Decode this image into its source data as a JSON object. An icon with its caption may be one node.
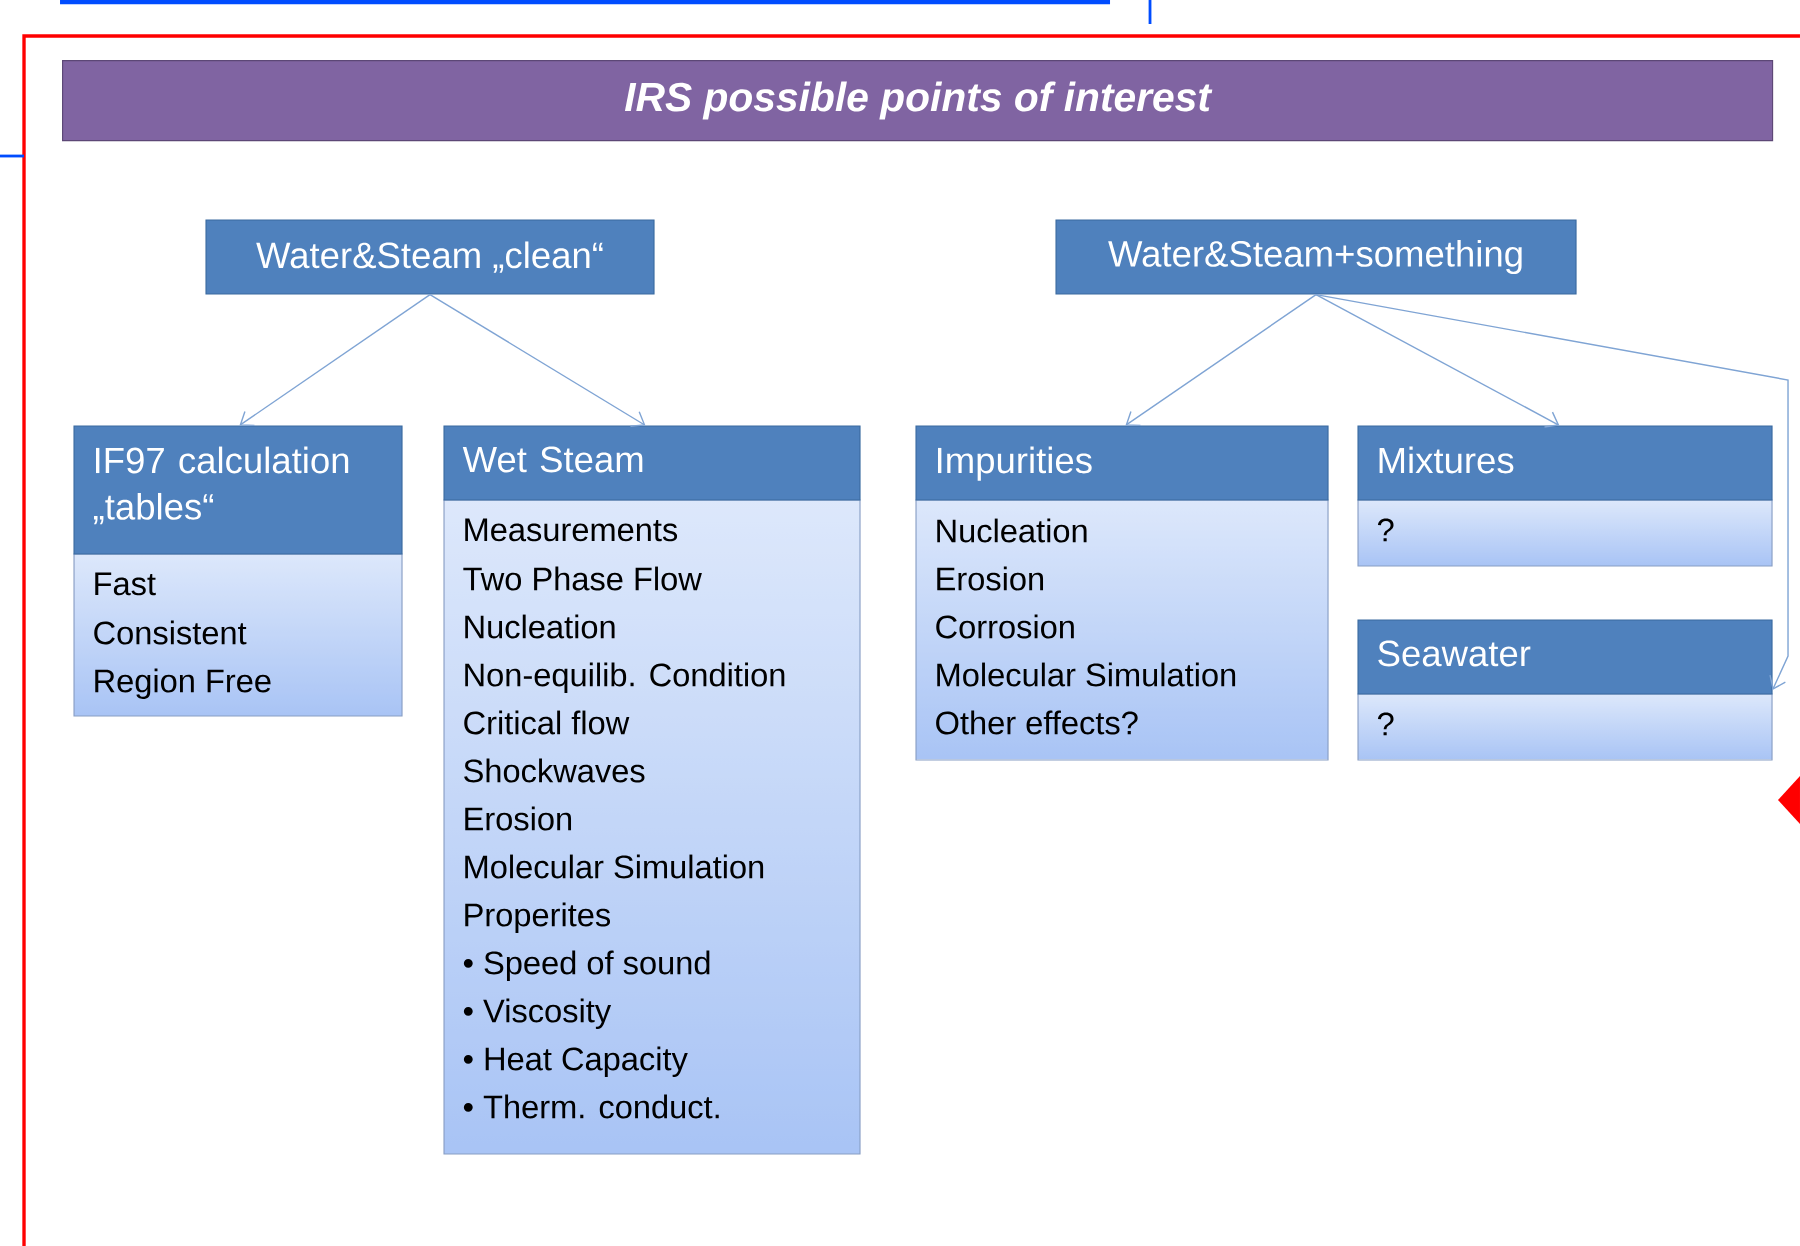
{
  "diagram": {
    "title": "IRS possible points of interest",
    "nodes": [
      {
        "text": [
          "Water&Steam „clean“"
        ]
      },
      {
        "text": [
          "Water&Steam+something"
        ]
      },
      {
        "text": [
          "IF97 calculation „tables“",
          "Fast",
          "Consistent",
          "Region Free"
        ]
      },
      {
        "text": [
          "Wet Steam",
          "Measurements",
          "Two Phase Flow",
          "Nucleation",
          "Non-equilib. Condition",
          "Critical flow",
          "Shockwaves",
          "Erosion",
          "Molecular Simulation",
          "Properites",
          "•   Speed of sound",
          "•   Viscosity",
          "•   Heat Capacity",
          "•   Therm. conduct."
        ]
      },
      {
        "text": [
          "Impurities",
          "Nucleation",
          "Erosion",
          "Corrosion",
          "Molecular Simulation",
          "Other effects?"
        ]
      },
      {
        "text": [
          "Mixtures",
          "?"
        ]
      },
      {
        "text": [
          "Seawater",
          "?"
        ]
      }
    ],
    "edges": [
      {
        "from": 0,
        "to": 2,
        "arrow": "to"
      },
      {
        "from": 0,
        "to": 3,
        "arrow": "to"
      },
      {
        "from": 1,
        "to": 4,
        "arrow": "to"
      },
      {
        "from": 1,
        "to": 5,
        "arrow": "to"
      },
      {
        "from": 1,
        "to": 6,
        "arrow": "to"
      }
    ]
  }
}
